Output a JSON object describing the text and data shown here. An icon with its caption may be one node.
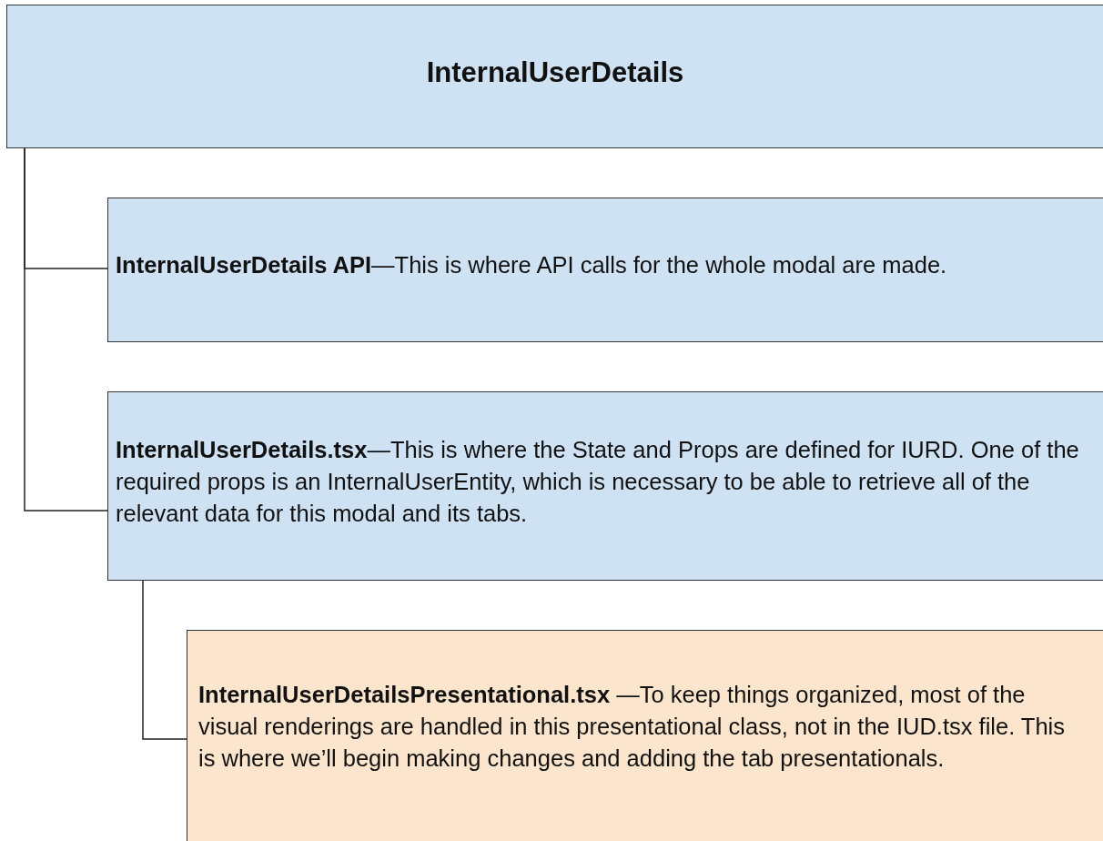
{
  "diagram": {
    "nodes": [
      {
        "text": [
          "InternalUserDetails"
        ]
      },
      {
        "text": [
          "**InternalUserDetails API**—This is where API calls for the whole modal are made."
        ]
      },
      {
        "text": [
          "**InternalUserDetails.tsx**—This is where the State and Props are defined for IURD. One of the required props is an InternalUserEntity, which is necessary to be able to retrieve all of the relevant data for this modal and its tabs."
        ]
      },
      {
        "text": [
          "**InternalUserDetailsPresentational.tsx** —To keep things organized, most of the visual renderings are handled in this presentational class, not in the IUD.tsx file. This is where we’ll begin making changes and adding the tab presentationals."
        ]
      }
    ],
    "edges": [
      {
        "from": 0,
        "to": 1,
        "arrow": "none"
      },
      {
        "from": 0,
        "to": 2,
        "arrow": "none"
      },
      {
        "from": 2,
        "to": 3,
        "arrow": "none"
      }
    ]
  }
}
